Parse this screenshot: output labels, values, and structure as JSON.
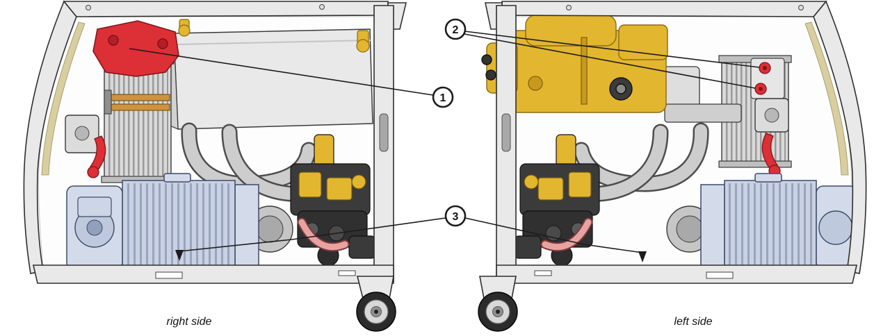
{
  "diagram": {
    "callouts": [
      {
        "number": "1"
      },
      {
        "number": "2"
      },
      {
        "number": "3"
      }
    ],
    "captions": {
      "left_view": "right side",
      "right_view": "left side"
    }
  },
  "colors": {
    "accent_red": "#dd2f36",
    "pump_yellow": "#e3b62f",
    "motor_blue": "#c9d2e4",
    "hose_pink": "#e9a2a2",
    "frame_gray": "#e9e9e9",
    "trim_beige": "#d8ce9f",
    "pipe_gray": "#cdcdcd"
  }
}
